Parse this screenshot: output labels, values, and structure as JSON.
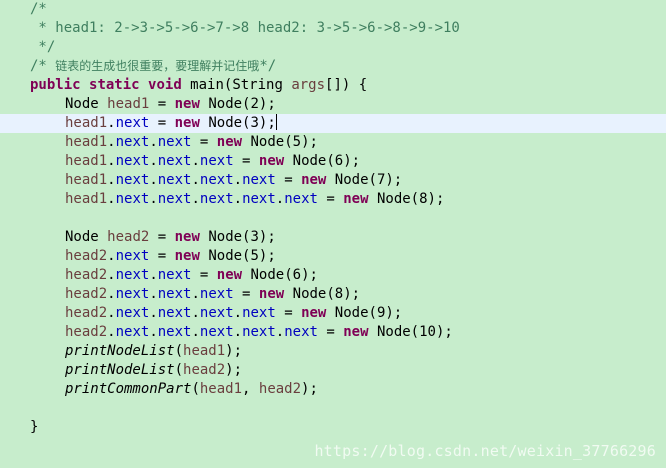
{
  "editor": {
    "lines": [
      {
        "indent": 30,
        "tokens": [
          {
            "t": "cm",
            "v": "/*"
          }
        ]
      },
      {
        "indent": 30,
        "tokens": [
          {
            "t": "cm",
            "v": " * head1: 2->3->5->6->7->8 head2: 3->5->6->8->9->10"
          }
        ]
      },
      {
        "indent": 30,
        "tokens": [
          {
            "t": "cm",
            "v": " */"
          }
        ]
      },
      {
        "indent": 30,
        "tokens": [
          {
            "t": "cm",
            "v": "/* "
          },
          {
            "t": "cm cjk",
            "v": "链表的生成也很重要，要理解并记住哦"
          },
          {
            "t": "cm",
            "v": "*/"
          }
        ]
      },
      {
        "indent": 30,
        "tokens": [
          {
            "t": "kw",
            "v": "public"
          },
          {
            "t": "txt",
            "v": " "
          },
          {
            "t": "kw",
            "v": "static"
          },
          {
            "t": "txt",
            "v": " "
          },
          {
            "t": "kw",
            "v": "void"
          },
          {
            "t": "txt",
            "v": " main(String "
          },
          {
            "t": "var",
            "v": "args"
          },
          {
            "t": "txt",
            "v": "[]) {"
          }
        ]
      },
      {
        "indent": 65,
        "tokens": [
          {
            "t": "txt",
            "v": "Node "
          },
          {
            "t": "var",
            "v": "head1"
          },
          {
            "t": "txt",
            "v": " = "
          },
          {
            "t": "kw",
            "v": "new"
          },
          {
            "t": "txt",
            "v": " Node(2);"
          }
        ]
      },
      {
        "indent": 65,
        "current": true,
        "caret": true,
        "tokens": [
          {
            "t": "var",
            "v": "head1"
          },
          {
            "t": "txt",
            "v": "."
          },
          {
            "t": "fld",
            "v": "next"
          },
          {
            "t": "txt",
            "v": " = "
          },
          {
            "t": "kw",
            "v": "new"
          },
          {
            "t": "txt",
            "v": " Node(3);"
          }
        ]
      },
      {
        "indent": 65,
        "tokens": [
          {
            "t": "var",
            "v": "head1"
          },
          {
            "t": "txt",
            "v": "."
          },
          {
            "t": "fld",
            "v": "next"
          },
          {
            "t": "txt",
            "v": "."
          },
          {
            "t": "fld",
            "v": "next"
          },
          {
            "t": "txt",
            "v": " = "
          },
          {
            "t": "kw",
            "v": "new"
          },
          {
            "t": "txt",
            "v": " Node(5);"
          }
        ]
      },
      {
        "indent": 65,
        "tokens": [
          {
            "t": "var",
            "v": "head1"
          },
          {
            "t": "txt",
            "v": "."
          },
          {
            "t": "fld",
            "v": "next"
          },
          {
            "t": "txt",
            "v": "."
          },
          {
            "t": "fld",
            "v": "next"
          },
          {
            "t": "txt",
            "v": "."
          },
          {
            "t": "fld",
            "v": "next"
          },
          {
            "t": "txt",
            "v": " = "
          },
          {
            "t": "kw",
            "v": "new"
          },
          {
            "t": "txt",
            "v": " Node(6);"
          }
        ]
      },
      {
        "indent": 65,
        "tokens": [
          {
            "t": "var",
            "v": "head1"
          },
          {
            "t": "txt",
            "v": "."
          },
          {
            "t": "fld",
            "v": "next"
          },
          {
            "t": "txt",
            "v": "."
          },
          {
            "t": "fld",
            "v": "next"
          },
          {
            "t": "txt",
            "v": "."
          },
          {
            "t": "fld",
            "v": "next"
          },
          {
            "t": "txt",
            "v": "."
          },
          {
            "t": "fld",
            "v": "next"
          },
          {
            "t": "txt",
            "v": " = "
          },
          {
            "t": "kw",
            "v": "new"
          },
          {
            "t": "txt",
            "v": " Node(7);"
          }
        ]
      },
      {
        "indent": 65,
        "tokens": [
          {
            "t": "var",
            "v": "head1"
          },
          {
            "t": "txt",
            "v": "."
          },
          {
            "t": "fld",
            "v": "next"
          },
          {
            "t": "txt",
            "v": "."
          },
          {
            "t": "fld",
            "v": "next"
          },
          {
            "t": "txt",
            "v": "."
          },
          {
            "t": "fld",
            "v": "next"
          },
          {
            "t": "txt",
            "v": "."
          },
          {
            "t": "fld",
            "v": "next"
          },
          {
            "t": "txt",
            "v": "."
          },
          {
            "t": "fld",
            "v": "next"
          },
          {
            "t": "txt",
            "v": " = "
          },
          {
            "t": "kw",
            "v": "new"
          },
          {
            "t": "txt",
            "v": " Node(8);"
          }
        ]
      },
      {
        "indent": 65,
        "tokens": []
      },
      {
        "indent": 65,
        "tokens": [
          {
            "t": "txt",
            "v": "Node "
          },
          {
            "t": "var",
            "v": "head2"
          },
          {
            "t": "txt",
            "v": " = "
          },
          {
            "t": "kw",
            "v": "new"
          },
          {
            "t": "txt",
            "v": " Node(3);"
          }
        ]
      },
      {
        "indent": 65,
        "tokens": [
          {
            "t": "var",
            "v": "head2"
          },
          {
            "t": "txt",
            "v": "."
          },
          {
            "t": "fld",
            "v": "next"
          },
          {
            "t": "txt",
            "v": " = "
          },
          {
            "t": "kw",
            "v": "new"
          },
          {
            "t": "txt",
            "v": " Node(5);"
          }
        ]
      },
      {
        "indent": 65,
        "tokens": [
          {
            "t": "var",
            "v": "head2"
          },
          {
            "t": "txt",
            "v": "."
          },
          {
            "t": "fld",
            "v": "next"
          },
          {
            "t": "txt",
            "v": "."
          },
          {
            "t": "fld",
            "v": "next"
          },
          {
            "t": "txt",
            "v": " = "
          },
          {
            "t": "kw",
            "v": "new"
          },
          {
            "t": "txt",
            "v": " Node(6);"
          }
        ]
      },
      {
        "indent": 65,
        "tokens": [
          {
            "t": "var",
            "v": "head2"
          },
          {
            "t": "txt",
            "v": "."
          },
          {
            "t": "fld",
            "v": "next"
          },
          {
            "t": "txt",
            "v": "."
          },
          {
            "t": "fld",
            "v": "next"
          },
          {
            "t": "txt",
            "v": "."
          },
          {
            "t": "fld",
            "v": "next"
          },
          {
            "t": "txt",
            "v": " = "
          },
          {
            "t": "kw",
            "v": "new"
          },
          {
            "t": "txt",
            "v": " Node(8);"
          }
        ]
      },
      {
        "indent": 65,
        "tokens": [
          {
            "t": "var",
            "v": "head2"
          },
          {
            "t": "txt",
            "v": "."
          },
          {
            "t": "fld",
            "v": "next"
          },
          {
            "t": "txt",
            "v": "."
          },
          {
            "t": "fld",
            "v": "next"
          },
          {
            "t": "txt",
            "v": "."
          },
          {
            "t": "fld",
            "v": "next"
          },
          {
            "t": "txt",
            "v": "."
          },
          {
            "t": "fld",
            "v": "next"
          },
          {
            "t": "txt",
            "v": " = "
          },
          {
            "t": "kw",
            "v": "new"
          },
          {
            "t": "txt",
            "v": " Node(9);"
          }
        ]
      },
      {
        "indent": 65,
        "tokens": [
          {
            "t": "var",
            "v": "head2"
          },
          {
            "t": "txt",
            "v": "."
          },
          {
            "t": "fld",
            "v": "next"
          },
          {
            "t": "txt",
            "v": "."
          },
          {
            "t": "fld",
            "v": "next"
          },
          {
            "t": "txt",
            "v": "."
          },
          {
            "t": "fld",
            "v": "next"
          },
          {
            "t": "txt",
            "v": "."
          },
          {
            "t": "fld",
            "v": "next"
          },
          {
            "t": "txt",
            "v": "."
          },
          {
            "t": "fld",
            "v": "next"
          },
          {
            "t": "txt",
            "v": " = "
          },
          {
            "t": "kw",
            "v": "new"
          },
          {
            "t": "txt",
            "v": " Node(10);"
          }
        ]
      },
      {
        "indent": 65,
        "tokens": [
          {
            "t": "meth",
            "v": "printNodeList"
          },
          {
            "t": "txt",
            "v": "("
          },
          {
            "t": "var",
            "v": "head1"
          },
          {
            "t": "txt",
            "v": ");"
          }
        ]
      },
      {
        "indent": 65,
        "tokens": [
          {
            "t": "meth",
            "v": "printNodeList"
          },
          {
            "t": "txt",
            "v": "("
          },
          {
            "t": "var",
            "v": "head2"
          },
          {
            "t": "txt",
            "v": ");"
          }
        ]
      },
      {
        "indent": 65,
        "tokens": [
          {
            "t": "meth",
            "v": "printCommonPart"
          },
          {
            "t": "txt",
            "v": "("
          },
          {
            "t": "var",
            "v": "head1"
          },
          {
            "t": "txt",
            "v": ", "
          },
          {
            "t": "var",
            "v": "head2"
          },
          {
            "t": "txt",
            "v": ");"
          }
        ]
      },
      {
        "indent": 30,
        "tokens": []
      },
      {
        "indent": 30,
        "tokens": [
          {
            "t": "txt",
            "v": "}"
          }
        ]
      }
    ]
  },
  "watermark": "https://blog.csdn.net/weixin_37766296",
  "colors": {
    "background": "#c7edcc",
    "current_line": "#e8f2fe",
    "comment": "#3f7f5f",
    "keyword": "#7f0055",
    "variable": "#6a3e3e",
    "field": "#0000c0"
  }
}
